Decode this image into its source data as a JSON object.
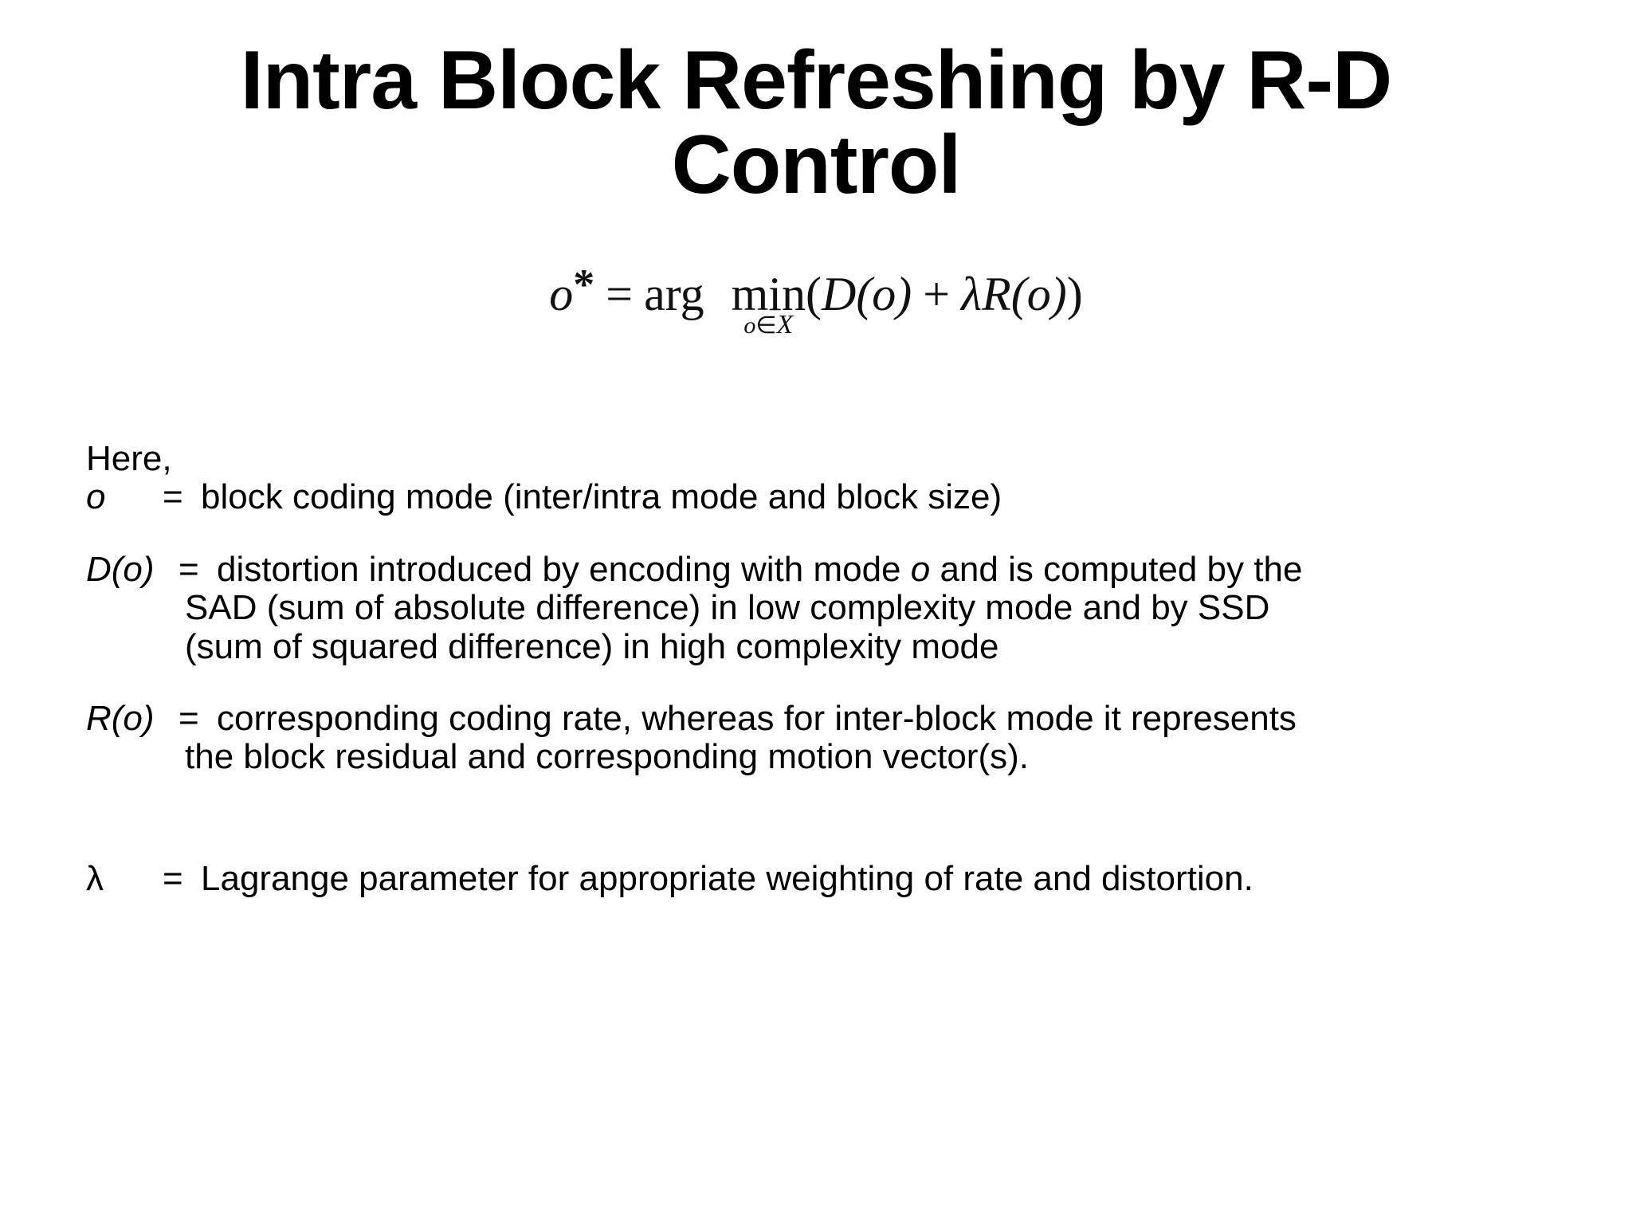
{
  "slide": {
    "background_color": "#ffffff",
    "text_color": "#000000",
    "title": {
      "line1": "Intra Block Refreshing by R-D",
      "line2": "Control"
    },
    "formula": {
      "plain": "o* = arg min_{o∈X}(D(o) + λR(o))",
      "lhs_var": "o",
      "star": "*",
      "equals": "=",
      "arg": "arg",
      "min": "min",
      "sub_var": "o",
      "sub_member": "∈",
      "sub_set": "X",
      "open_paren": "(",
      "d_func": "D",
      "d_arg": "(o)",
      "plus": "+",
      "lambda": "λ",
      "r_func": "R",
      "r_arg": "(o)",
      "close_paren": ")"
    },
    "body": {
      "here_label": "Here,",
      "definitions": [
        {
          "term": "o",
          "equals": "=",
          "lines": [
            "block coding mode (inter/intra mode and block size)"
          ]
        },
        {
          "term": "D(o)",
          "equals": "=",
          "lines": [
            "distortion introduced by encoding with mode o and is computed by the",
            "SAD (sum of absolute difference) in low complexity mode and by SSD",
            "(sum of squared difference) in high complexity mode"
          ],
          "line1_pre": "distortion introduced by encoding with mode ",
          "line1_italic": "o",
          "line1_post": " and is computed by the"
        },
        {
          "term": "R(o)",
          "equals": "=",
          "lines": [
            "corresponding coding rate, whereas for inter-block mode it represents",
            "the block residual and corresponding motion vector(s)."
          ]
        },
        {
          "term": "λ",
          "equals": "=",
          "lines": [
            "Lagrange parameter for appropriate weighting of rate and distortion."
          ]
        }
      ]
    }
  }
}
